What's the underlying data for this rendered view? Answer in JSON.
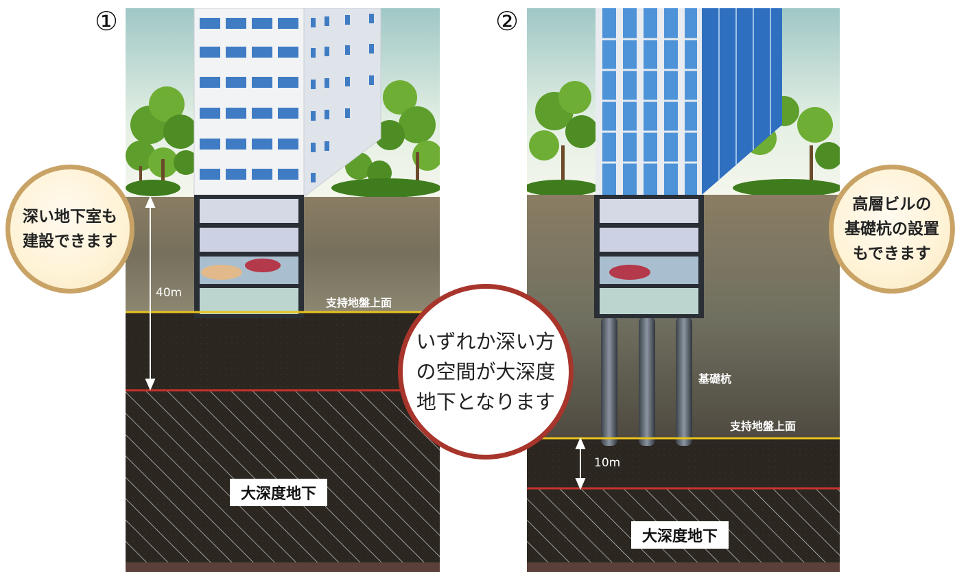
{
  "diagram": {
    "panel1": {
      "number": "①",
      "depth_label": "40m",
      "support_label": "支持地盤上面",
      "deep_label": "大深度地下",
      "callout_lines": [
        "深い地下室も",
        "建設できます"
      ]
    },
    "panel2": {
      "number": "②",
      "pile_label": "基礎杭",
      "support_label": "支持地盤上面",
      "depth_label": "10m",
      "deep_label": "大深度地下",
      "callout_lines": [
        "高層ビルの",
        "基礎杭の設置",
        "もできます"
      ]
    },
    "center_callout_lines": [
      "いずれか深い方",
      "の空間が大深度",
      "地下となります"
    ],
    "colors": {
      "support_line": "#e8c21b",
      "deep_line": "#c8322b",
      "callout_border": "#c9a366",
      "center_border": "#a8352b"
    }
  }
}
